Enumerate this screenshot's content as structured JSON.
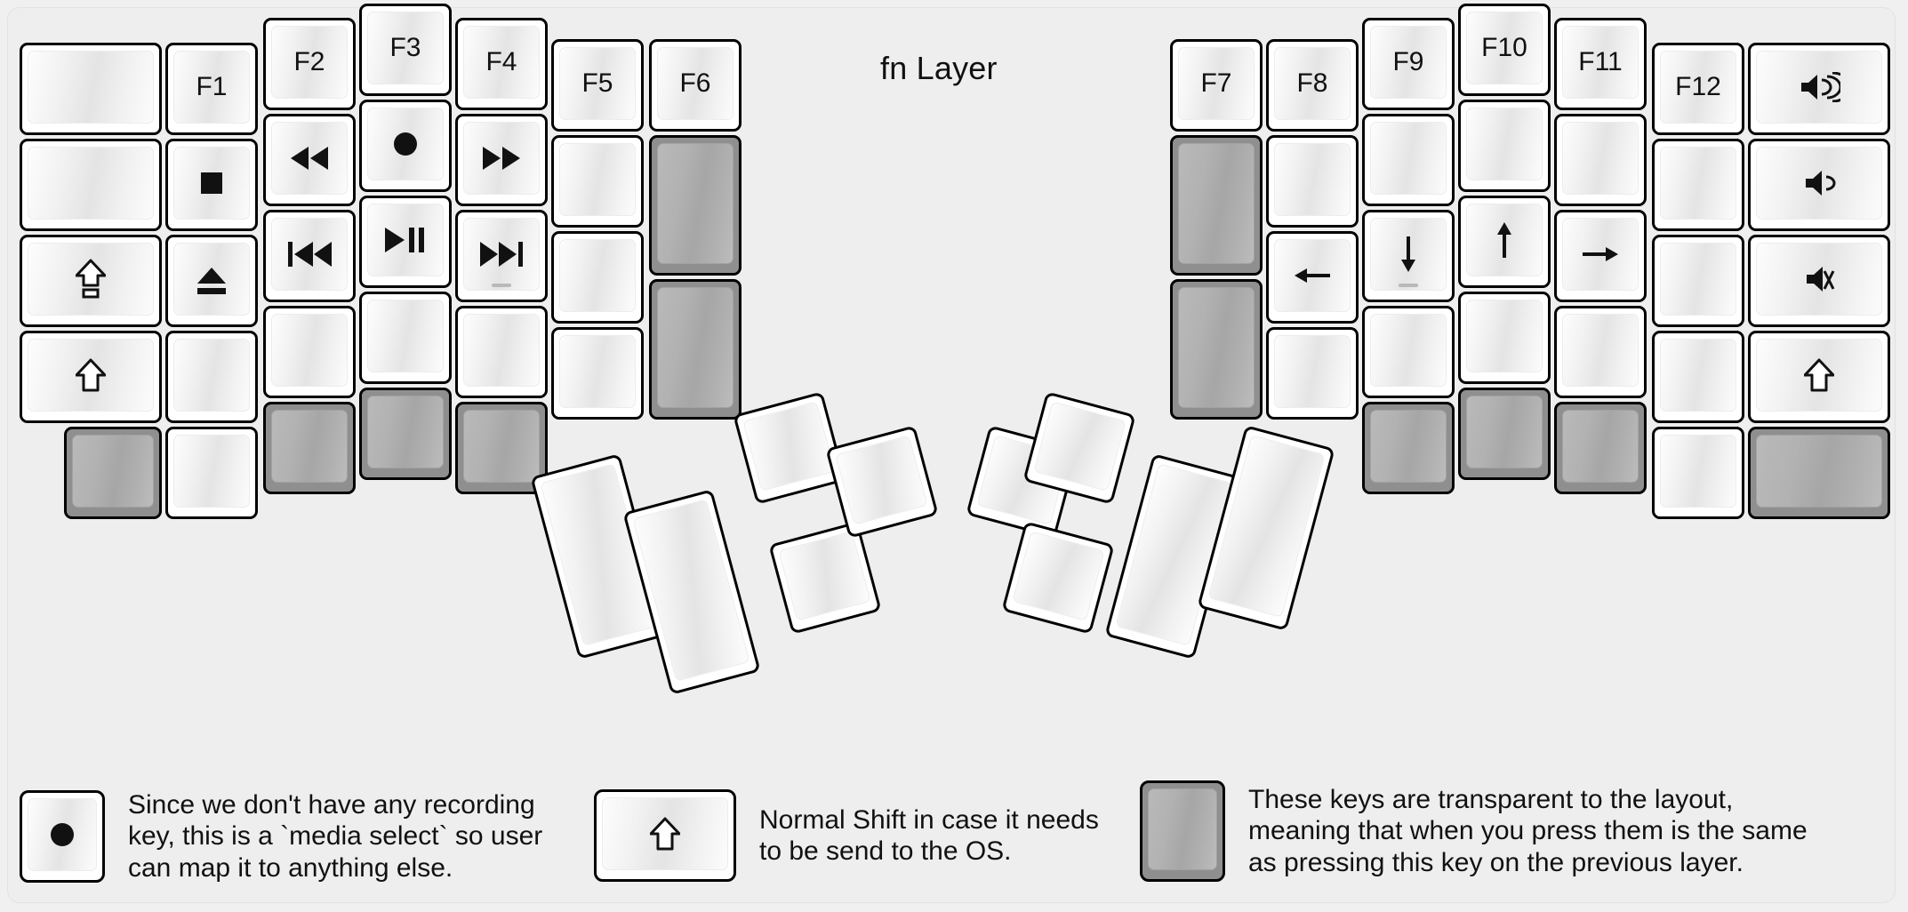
{
  "title": "fn Layer",
  "colors": {
    "background": "#eeeeee",
    "key_face": "#ffffff",
    "key_border": "#000000",
    "transparent_key": "#8f8f8f",
    "text": "#111111"
  },
  "keyboard": {
    "left_half": {
      "columns": [
        {
          "name": "pinky-outer",
          "keys": [
            {
              "label": "",
              "icon": "blank",
              "type": "normal"
            },
            {
              "label": "",
              "icon": "blank",
              "type": "normal"
            },
            {
              "label": "",
              "icon": "caps-lock",
              "type": "normal"
            },
            {
              "label": "",
              "icon": "shift",
              "type": "normal"
            }
          ]
        },
        {
          "name": "pinky",
          "keys": [
            {
              "label": "F1",
              "icon": "text",
              "type": "normal"
            },
            {
              "label": "",
              "icon": "media-stop",
              "type": "normal"
            },
            {
              "label": "",
              "icon": "eject",
              "type": "normal"
            },
            {
              "label": "",
              "icon": "blank",
              "type": "normal"
            },
            {
              "label": "",
              "icon": "blank",
              "type": "normal"
            }
          ],
          "transparent_below_left": true
        },
        {
          "name": "ring",
          "keys": [
            {
              "label": "F2",
              "icon": "text",
              "type": "normal"
            },
            {
              "label": "",
              "icon": "rewind",
              "type": "normal"
            },
            {
              "label": "",
              "icon": "prev-track",
              "type": "normal"
            },
            {
              "label": "",
              "icon": "blank",
              "type": "normal"
            },
            {
              "label": "",
              "icon": "blank",
              "type": "transparent"
            }
          ]
        },
        {
          "name": "middle",
          "keys": [
            {
              "label": "F3",
              "icon": "text",
              "type": "normal"
            },
            {
              "label": "",
              "icon": "record",
              "type": "normal"
            },
            {
              "label": "",
              "icon": "play-pause",
              "type": "normal"
            },
            {
              "label": "",
              "icon": "blank",
              "type": "normal"
            },
            {
              "label": "",
              "icon": "blank",
              "type": "transparent"
            }
          ]
        },
        {
          "name": "index",
          "keys": [
            {
              "label": "F4",
              "icon": "text",
              "type": "normal"
            },
            {
              "label": "",
              "icon": "fast-forward",
              "type": "normal"
            },
            {
              "label": "",
              "icon": "next-track",
              "type": "normal",
              "homing": true
            },
            {
              "label": "",
              "icon": "blank",
              "type": "normal"
            },
            {
              "label": "",
              "icon": "blank",
              "type": "transparent"
            }
          ]
        },
        {
          "name": "index-inner",
          "keys": [
            {
              "label": "F5",
              "icon": "text",
              "type": "normal"
            },
            {
              "label": "",
              "icon": "blank",
              "type": "normal"
            },
            {
              "label": "",
              "icon": "blank",
              "type": "normal"
            },
            {
              "label": "",
              "icon": "blank",
              "type": "normal"
            }
          ]
        },
        {
          "name": "inner",
          "keys": [
            {
              "label": "F6",
              "icon": "text",
              "type": "normal"
            },
            {
              "label": "",
              "icon": "blank",
              "type": "transparent",
              "tall": true
            },
            {
              "label": "",
              "icon": "blank",
              "type": "transparent",
              "tall": true
            }
          ]
        }
      ],
      "thumb_cluster": [
        {
          "label": "",
          "icon": "blank",
          "type": "normal",
          "size": "2u"
        },
        {
          "label": "",
          "icon": "blank",
          "type": "normal",
          "size": "2u"
        },
        {
          "label": "",
          "icon": "blank",
          "type": "normal",
          "size": "1u"
        },
        {
          "label": "",
          "icon": "blank",
          "type": "normal",
          "size": "1u"
        },
        {
          "label": "",
          "icon": "blank",
          "type": "normal",
          "size": "1u"
        }
      ]
    },
    "right_half": {
      "columns": [
        {
          "name": "inner",
          "keys": [
            {
              "label": "F7",
              "icon": "text",
              "type": "normal"
            },
            {
              "label": "",
              "icon": "blank",
              "type": "transparent",
              "tall": true
            },
            {
              "label": "",
              "icon": "blank",
              "type": "transparent",
              "tall": true
            }
          ]
        },
        {
          "name": "index-inner",
          "keys": [
            {
              "label": "F8",
              "icon": "text",
              "type": "normal"
            },
            {
              "label": "",
              "icon": "blank",
              "type": "normal"
            },
            {
              "label": "",
              "icon": "arrow-left",
              "type": "normal"
            },
            {
              "label": "",
              "icon": "blank",
              "type": "normal"
            }
          ]
        },
        {
          "name": "index",
          "keys": [
            {
              "label": "F9",
              "icon": "text",
              "type": "normal"
            },
            {
              "label": "",
              "icon": "blank",
              "type": "normal"
            },
            {
              "label": "",
              "icon": "arrow-down",
              "type": "normal",
              "homing": true
            },
            {
              "label": "",
              "icon": "blank",
              "type": "normal"
            },
            {
              "label": "",
              "icon": "blank",
              "type": "transparent"
            }
          ]
        },
        {
          "name": "middle",
          "keys": [
            {
              "label": "F10",
              "icon": "text",
              "type": "normal"
            },
            {
              "label": "",
              "icon": "blank",
              "type": "normal"
            },
            {
              "label": "",
              "icon": "arrow-up",
              "type": "normal"
            },
            {
              "label": "",
              "icon": "blank",
              "type": "normal"
            },
            {
              "label": "",
              "icon": "blank",
              "type": "transparent"
            }
          ]
        },
        {
          "name": "ring",
          "keys": [
            {
              "label": "F11",
              "icon": "text",
              "type": "normal"
            },
            {
              "label": "",
              "icon": "blank",
              "type": "normal"
            },
            {
              "label": "",
              "icon": "arrow-right",
              "type": "normal"
            },
            {
              "label": "",
              "icon": "blank",
              "type": "normal"
            },
            {
              "label": "",
              "icon": "blank",
              "type": "transparent"
            }
          ]
        },
        {
          "name": "pinky",
          "keys": [
            {
              "label": "F12",
              "icon": "text",
              "type": "normal"
            },
            {
              "label": "",
              "icon": "blank",
              "type": "normal"
            },
            {
              "label": "",
              "icon": "blank",
              "type": "normal"
            },
            {
              "label": "",
              "icon": "blank",
              "type": "normal"
            },
            {
              "label": "",
              "icon": "blank",
              "type": "normal"
            }
          ]
        },
        {
          "name": "pinky-outer",
          "keys": [
            {
              "label": "",
              "icon": "volume-up",
              "type": "normal"
            },
            {
              "label": "",
              "icon": "volume-down",
              "type": "normal"
            },
            {
              "label": "",
              "icon": "volume-mute",
              "type": "normal"
            },
            {
              "label": "",
              "icon": "shift",
              "type": "normal"
            },
            {
              "label": "",
              "icon": "blank",
              "type": "transparent"
            }
          ]
        }
      ],
      "thumb_cluster": [
        {
          "label": "",
          "icon": "blank",
          "type": "normal",
          "size": "1u"
        },
        {
          "label": "",
          "icon": "blank",
          "type": "normal",
          "size": "1u"
        },
        {
          "label": "",
          "icon": "blank",
          "type": "normal",
          "size": "1u"
        },
        {
          "label": "",
          "icon": "blank",
          "type": "normal",
          "size": "2u"
        },
        {
          "label": "",
          "icon": "blank",
          "type": "normal",
          "size": "2u"
        }
      ]
    }
  },
  "legend": [
    {
      "icon": "record",
      "key_type": "normal",
      "text": "Since we don't have any recording\nkey, this is a `media select` so user\ncan map it to anything else."
    },
    {
      "icon": "shift",
      "key_type": "normal",
      "text": "Normal Shift in case it needs\nto be send to the OS."
    },
    {
      "icon": "blank",
      "key_type": "transparent",
      "text": "These keys are transparent to the layout,\nmeaning that when you press them is the same\nas pressing this key on the previous layer."
    }
  ]
}
